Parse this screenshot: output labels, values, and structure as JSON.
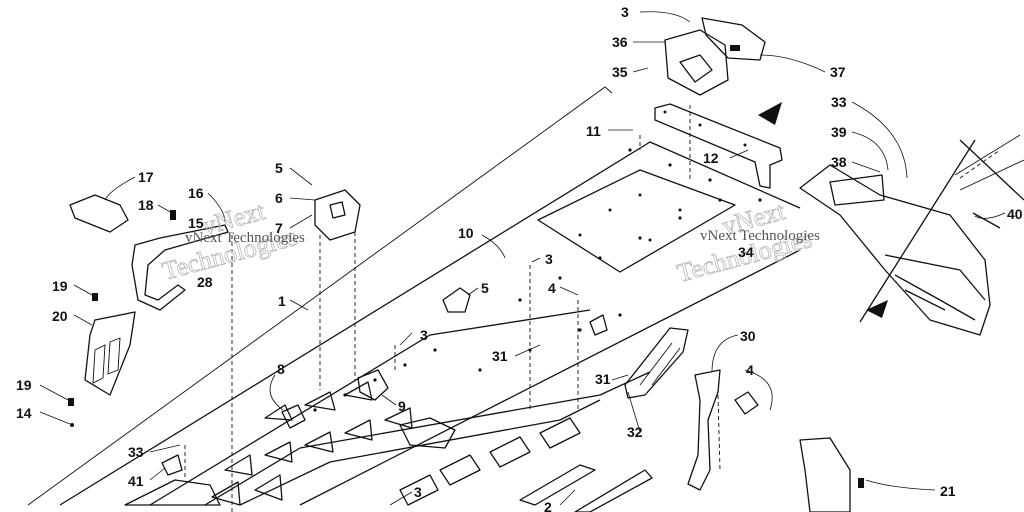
{
  "watermark": {
    "line_top": "vNext",
    "line_bottom": "Technologies",
    "small_a": "vNext Technologies",
    "small_b": "vNext Technologies"
  },
  "callouts": [
    {
      "id": "c3a",
      "text": "3"
    },
    {
      "id": "c36",
      "text": "36"
    },
    {
      "id": "c35",
      "text": "35"
    },
    {
      "id": "c37",
      "text": "37"
    },
    {
      "id": "c33a",
      "text": "33"
    },
    {
      "id": "c39",
      "text": "39"
    },
    {
      "id": "c38",
      "text": "38"
    },
    {
      "id": "c40",
      "text": "40"
    },
    {
      "id": "c11",
      "text": "11"
    },
    {
      "id": "c12",
      "text": "12"
    },
    {
      "id": "c17",
      "text": "17"
    },
    {
      "id": "c16",
      "text": "16"
    },
    {
      "id": "c18",
      "text": "18"
    },
    {
      "id": "c15",
      "text": "15"
    },
    {
      "id": "c5a",
      "text": "5"
    },
    {
      "id": "c6",
      "text": "6"
    },
    {
      "id": "c7",
      "text": "7"
    },
    {
      "id": "c10",
      "text": "10"
    },
    {
      "id": "c34",
      "text": "34"
    },
    {
      "id": "c28",
      "text": "28"
    },
    {
      "id": "c19a",
      "text": "19"
    },
    {
      "id": "c20",
      "text": "20"
    },
    {
      "id": "c1",
      "text": "1"
    },
    {
      "id": "c3b",
      "text": "3"
    },
    {
      "id": "c4a",
      "text": "4"
    },
    {
      "id": "c5b",
      "text": "5"
    },
    {
      "id": "c3c",
      "text": "3"
    },
    {
      "id": "c31a",
      "text": "31"
    },
    {
      "id": "c30",
      "text": "30"
    },
    {
      "id": "c8",
      "text": "8"
    },
    {
      "id": "c9",
      "text": "9"
    },
    {
      "id": "c31b",
      "text": "31"
    },
    {
      "id": "c4b",
      "text": "4"
    },
    {
      "id": "c32",
      "text": "32"
    },
    {
      "id": "c19b",
      "text": "19"
    },
    {
      "id": "c14",
      "text": "14"
    },
    {
      "id": "c33b",
      "text": "33"
    },
    {
      "id": "c41",
      "text": "41"
    },
    {
      "id": "c3d",
      "text": "3"
    },
    {
      "id": "c2",
      "text": "2"
    },
    {
      "id": "c21",
      "text": "21"
    }
  ]
}
